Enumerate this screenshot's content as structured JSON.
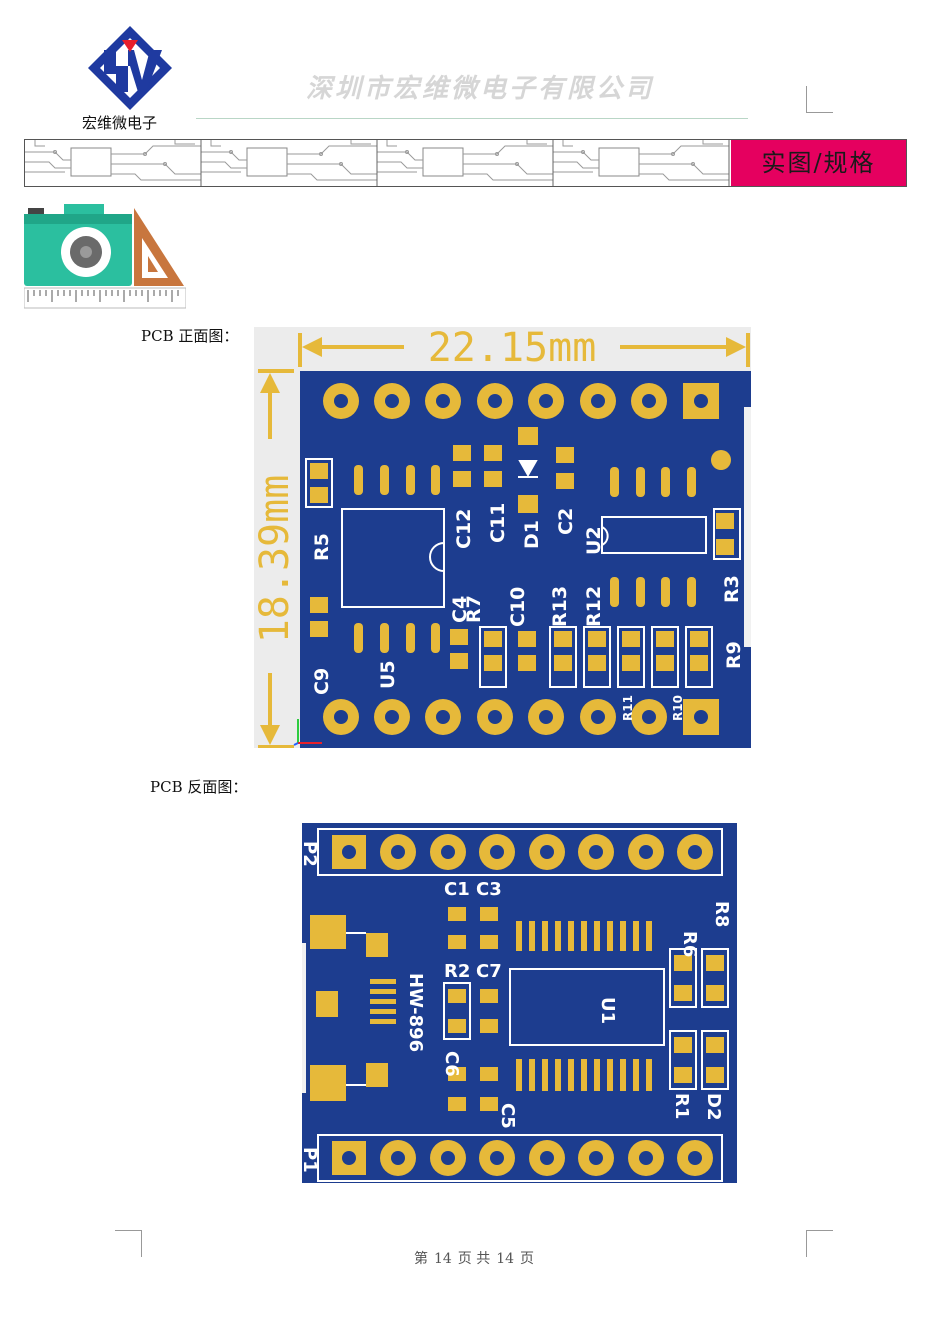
{
  "header": {
    "company_name": "深圳市宏维微电子有限公司",
    "logo_caption": "宏维微电子",
    "logo_mark": "HV",
    "section_tag": "实图/规格"
  },
  "front": {
    "caption": "PCB 正面图：",
    "dim_width": "22.15mm",
    "dim_height": "18.39mm",
    "labels": [
      "R5",
      "C12",
      "C11",
      "D1",
      "C2",
      "U2",
      "R3",
      "C4",
      "R7",
      "C10",
      "R13",
      "R12",
      "C9",
      "U5",
      "R9",
      "R11",
      "R10"
    ]
  },
  "back": {
    "caption": "PCB 反面图：",
    "labels": [
      "P2",
      "C1",
      "C3",
      "R6",
      "R8",
      "R2",
      "C7",
      "HW-896",
      "U1",
      "C6",
      "C5",
      "R1",
      "D2",
      "P1"
    ]
  },
  "footer": {
    "prefix": "第",
    "page": "14",
    "middle": "页 共",
    "total": "14",
    "suffix": "页"
  },
  "colors": {
    "board": "#1d3d8f",
    "gold": "#e6b93a",
    "silk": "#ffffff",
    "dimension": "#e6b93a",
    "tag": "#e5005f"
  }
}
